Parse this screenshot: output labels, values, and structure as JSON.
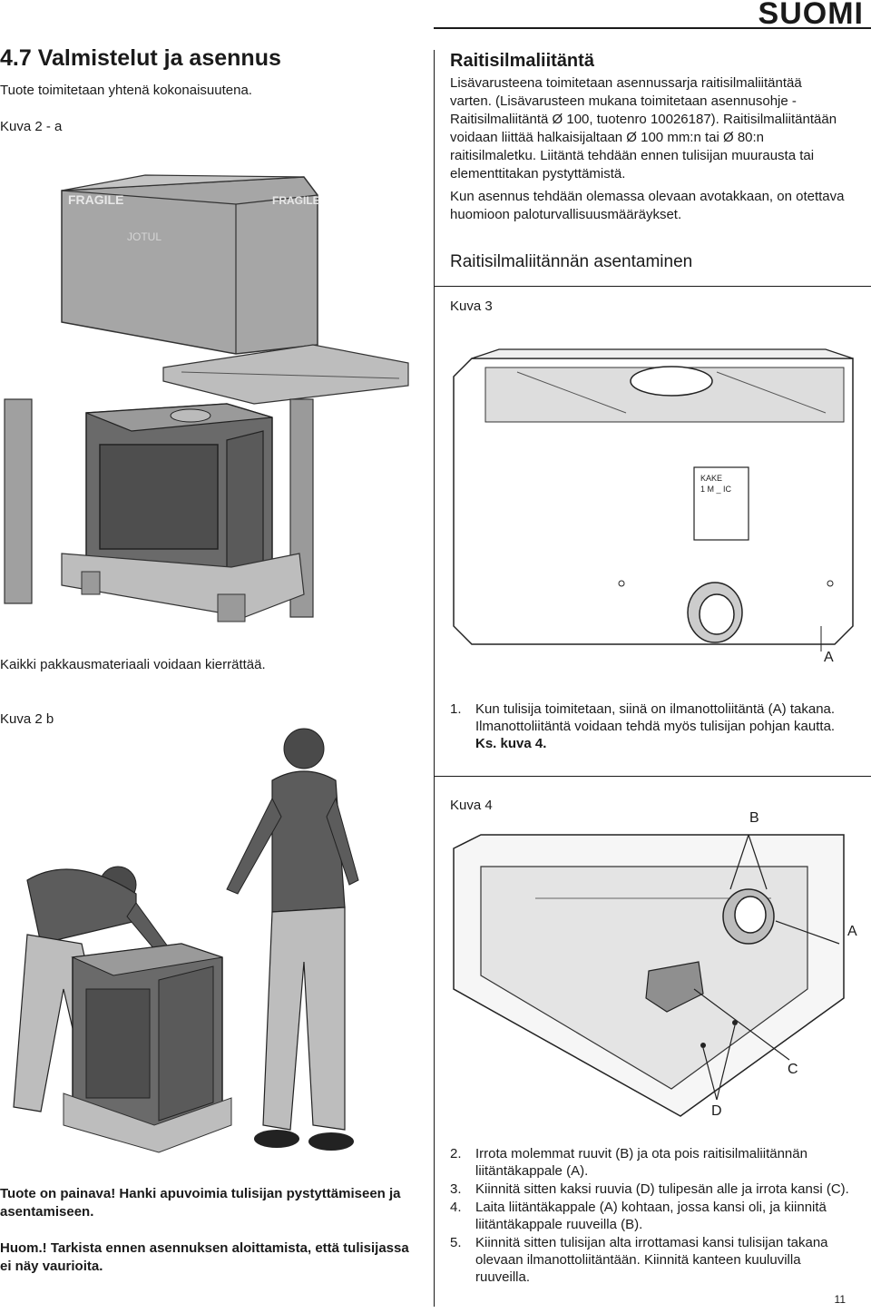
{
  "header": {
    "language": "SUOMI"
  },
  "left": {
    "section_title": "4.7 Valmistelut ja asennus",
    "intro": "Tuote toimitetaan yhtenä kokonaisuutena.",
    "figure_2a_label": "Kuva 2 - a",
    "recycle_note": "Kaikki pakkausmateriaali voidaan kierrättää.",
    "figure_2b_label": "Kuva 2 b",
    "heavy_note": "Tuote on painava! Hanki apuvoimia tulisijan pystyttämiseen ja asentamiseen.",
    "check_note": "Huom.! Tarkista ennen asennuksen aloittamista, että tulisijassa ei näy vaurioita."
  },
  "right": {
    "heading": "Raitisilmaliitäntä",
    "para1_line1": "Lisävarusteena toimitetaan asennussarja raitisilmaliitäntää",
    "para1_line2": "varten. (Lisävarusteen mukana toimitetaan asennusohje -",
    "para1_line3": "Raitisilmaliitäntä Ø 100, tuotenro 10026187). Raitisilmaliitäntään",
    "para1_line4": "voidaan liittää halkaisijaltaan Ø 100 mm:n tai Ø 80:n",
    "para1_line5": "raitisilmaletku. Liitäntä tehdään ennen tulisijan muurausta tai",
    "para1_line6": "elementtitakan pystyttämistä.",
    "para2_line1": "Kun asennus tehdään olemassa olevaan avotakkaan, on otettava",
    "para2_line2": "huomioon paloturvallisuusmääräykset.",
    "subheading": "Raitisilmaliitännän asentaminen",
    "figure_3_label": "Kuva 3",
    "figure_3_letter": "A",
    "step1": {
      "num": "1.",
      "line1": "Kun tulisija toimitetaan, siinä on ilmanottoliitäntä (A) takana.",
      "line2": "Ilmanottoliitäntä voidaan tehdä myös tulisijan pohjan kautta.",
      "line3": "Ks. kuva 4."
    },
    "figure_4_label": "Kuva 4",
    "figure_4_letters": {
      "b": "B",
      "a": "A",
      "c": "C",
      "d": "D"
    },
    "steps": [
      {
        "num": "2.",
        "line1": "Irrota molemmat ruuvit (B) ja ota pois raitisilmaliitännän",
        "line2": "liitäntäkappale (A)."
      },
      {
        "num": "3.",
        "line1": "Kiinnitä sitten kaksi ruuvia (D) tulipesän alle ja irrota kansi (C).",
        "line2": ""
      },
      {
        "num": "4.",
        "line1": "Laita liitäntäkappale (A) kohtaan, jossa kansi oli, ja kiinnitä",
        "line2": "liitäntäkappale ruuveilla (B)."
      },
      {
        "num": "5.",
        "line1": "Kiinnitä sitten tulisijan alta irrottamasi kansi tulisijan takana",
        "line2": "olevaan ilmanottoliitäntään. Kiinnitä kanteen kuuluvilla",
        "line3": "ruuveilla."
      }
    ]
  },
  "packaging_labels": {
    "fragile_left": "FRAGILE",
    "fragile_right": "FRAGILE",
    "brand": "JOTUL"
  },
  "nameplate": {
    "line1": "KAKE",
    "line2": "1 M _ IC"
  },
  "footer": {
    "page_number": "11"
  }
}
